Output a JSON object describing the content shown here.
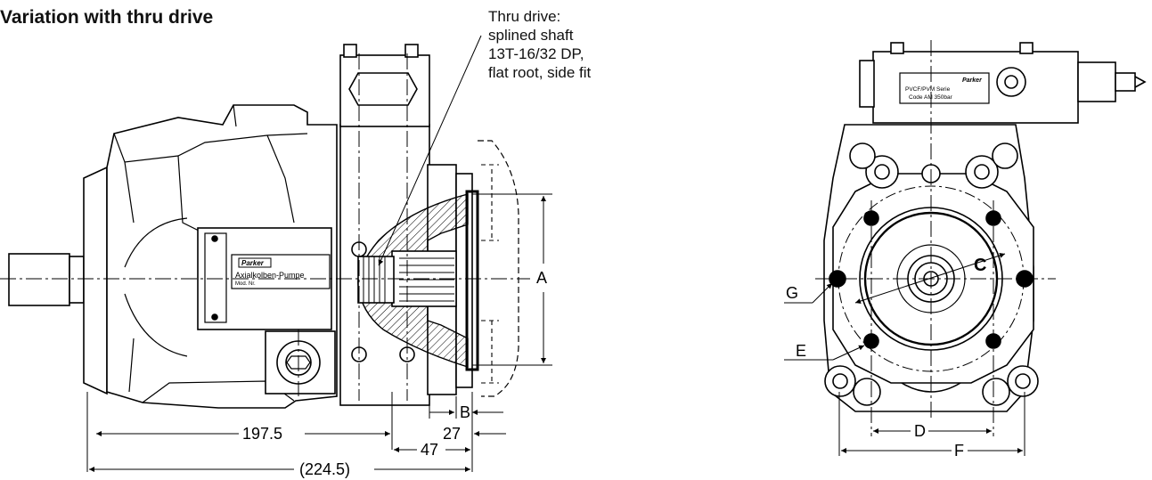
{
  "title": "Variation with thru drive",
  "callout": {
    "lines": [
      "Thru drive:",
      "splined shaft",
      "13T-16/32 DP,",
      "flat root, side fit"
    ]
  },
  "nameplates": {
    "side_brand": "Parker",
    "side_text_1": "Axialkolben-Pumpe",
    "side_text_2": "Mod. Nr.",
    "end_brand": "Parker",
    "end_text_1": "PVCF/PVM Serie",
    "end_text_2": "Code AM 350bar"
  },
  "dimensions": {
    "A": "A",
    "B": "B",
    "C": "C",
    "D": "D",
    "E": "E",
    "F": "F",
    "G": "G",
    "d_197_5": "197.5",
    "d_27": "27",
    "d_47": "47",
    "d_224_5": "(224.5)"
  }
}
